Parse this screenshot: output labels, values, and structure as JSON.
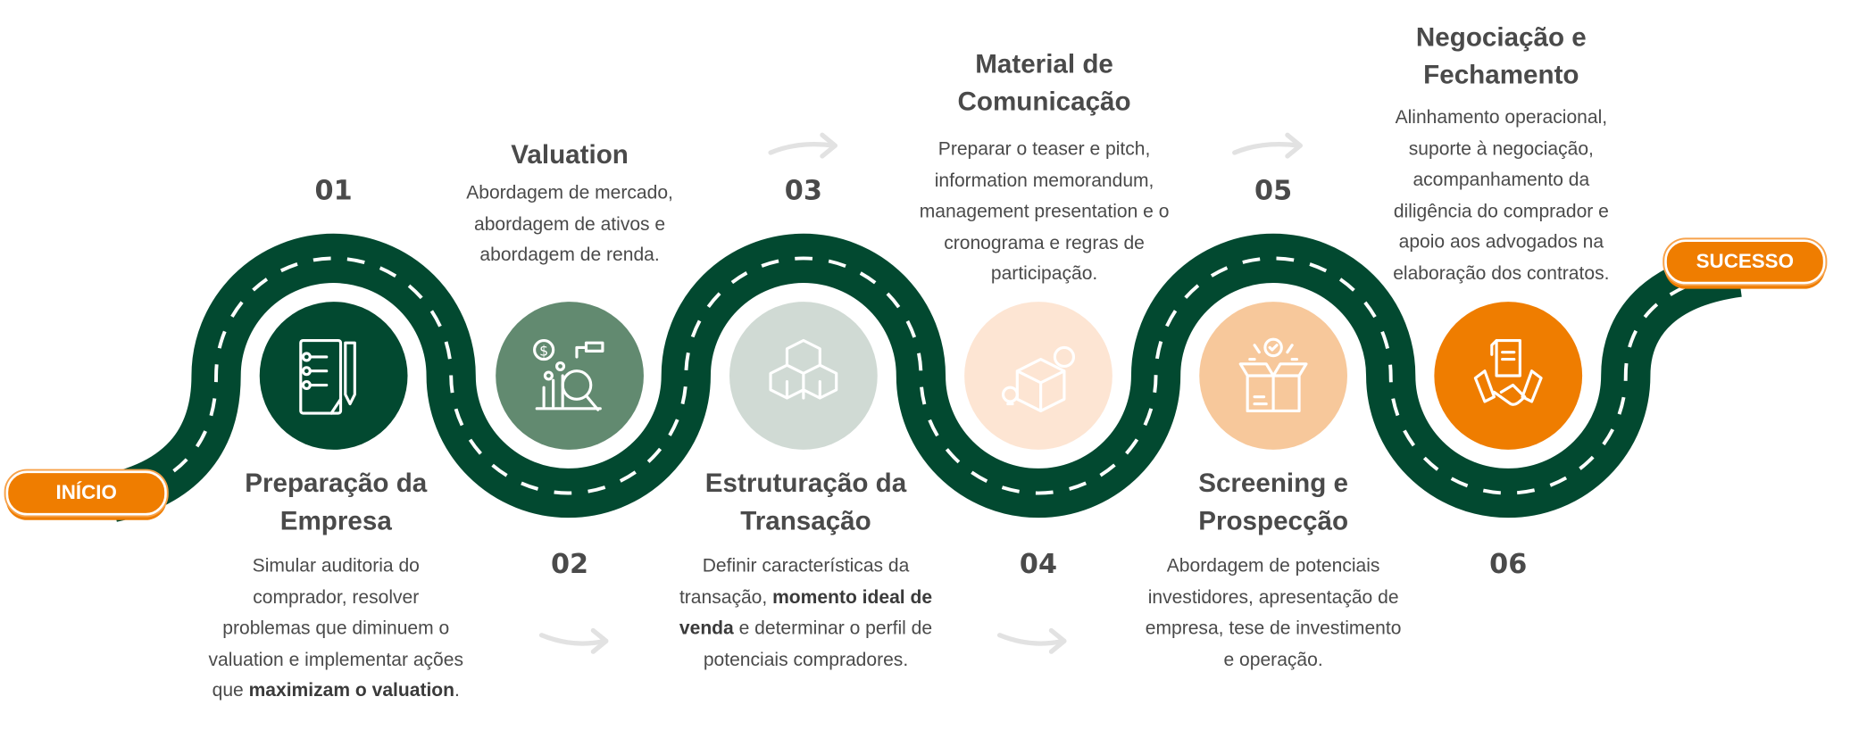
{
  "badges": {
    "start": "INÍCIO",
    "end": "SUCESSO"
  },
  "colors": {
    "road": "#024930",
    "accent": "#ef7d00",
    "text": "#4a4a4a",
    "arrow": "#e2e2e2"
  },
  "steps": [
    {
      "number": "01",
      "title": [
        "Preparação da",
        "Empresa"
      ],
      "icon": "checklist-icon",
      "color": "#024930",
      "description": [
        [
          {
            "t": "Simular auditoria do"
          }
        ],
        [
          {
            "t": "comprador, resolver"
          }
        ],
        [
          {
            "t": "problemas que diminuem o"
          }
        ],
        [
          {
            "t": "valuation e implementar ações"
          }
        ],
        [
          {
            "t": "que "
          },
          {
            "t": "maximizam o valuation",
            "b": true
          },
          {
            "t": "."
          }
        ]
      ]
    },
    {
      "number": "02",
      "title": [
        "Valuation"
      ],
      "icon": "financial-analysis-icon",
      "color": "#628a70",
      "description": [
        [
          {
            "t": "Abordagem de mercado,"
          }
        ],
        [
          {
            "t": "abordagem de ativos e"
          }
        ],
        [
          {
            "t": "abordagem de renda."
          }
        ]
      ]
    },
    {
      "number": "03",
      "title": [
        "Estruturação da",
        "Transação"
      ],
      "icon": "cubes-icon",
      "color": "#d0dad4",
      "description": [
        [
          {
            "t": "Definir características da"
          }
        ],
        [
          {
            "t": "transação, "
          },
          {
            "t": "momento ideal de",
            "b": true
          }
        ],
        [
          {
            "t": "venda",
            "b": true
          },
          {
            "t": " e determinar o perfil de"
          }
        ],
        [
          {
            "t": "potenciais compradores."
          }
        ]
      ]
    },
    {
      "number": "04",
      "title": [
        "Material de",
        "Comunicação"
      ],
      "icon": "package-gear-icon",
      "color": "#fde5d3",
      "description": [
        [
          {
            "t": "Preparar o teaser e pitch,"
          }
        ],
        [
          {
            "t": "information memorandum,"
          }
        ],
        [
          {
            "t": "management presentation e o"
          }
        ],
        [
          {
            "t": "cronograma e regras de"
          }
        ],
        [
          {
            "t": "participação."
          }
        ]
      ]
    },
    {
      "number": "05",
      "title": [
        "Screening e",
        "Prospecção"
      ],
      "icon": "open-box-check-icon",
      "color": "#f7c89b",
      "description": [
        [
          {
            "t": "Abordagem de potenciais"
          }
        ],
        [
          {
            "t": "investidores, apresentação de"
          }
        ],
        [
          {
            "t": "empresa, tese de investimento"
          }
        ],
        [
          {
            "t": "e operação."
          }
        ]
      ]
    },
    {
      "number": "06",
      "title": [
        "Negociação e",
        "Fechamento"
      ],
      "icon": "handshake-contract-icon",
      "color": "#ef7d00",
      "description": [
        [
          {
            "t": "Alinhamento operacional,"
          }
        ],
        [
          {
            "t": "suporte à negociação,"
          }
        ],
        [
          {
            "t": "acompanhamento da"
          }
        ],
        [
          {
            "t": "diligência do comprador e"
          }
        ],
        [
          {
            "t": "apoio aos advogados na"
          }
        ],
        [
          {
            "t": "elaboração dos contratos."
          }
        ]
      ]
    }
  ]
}
